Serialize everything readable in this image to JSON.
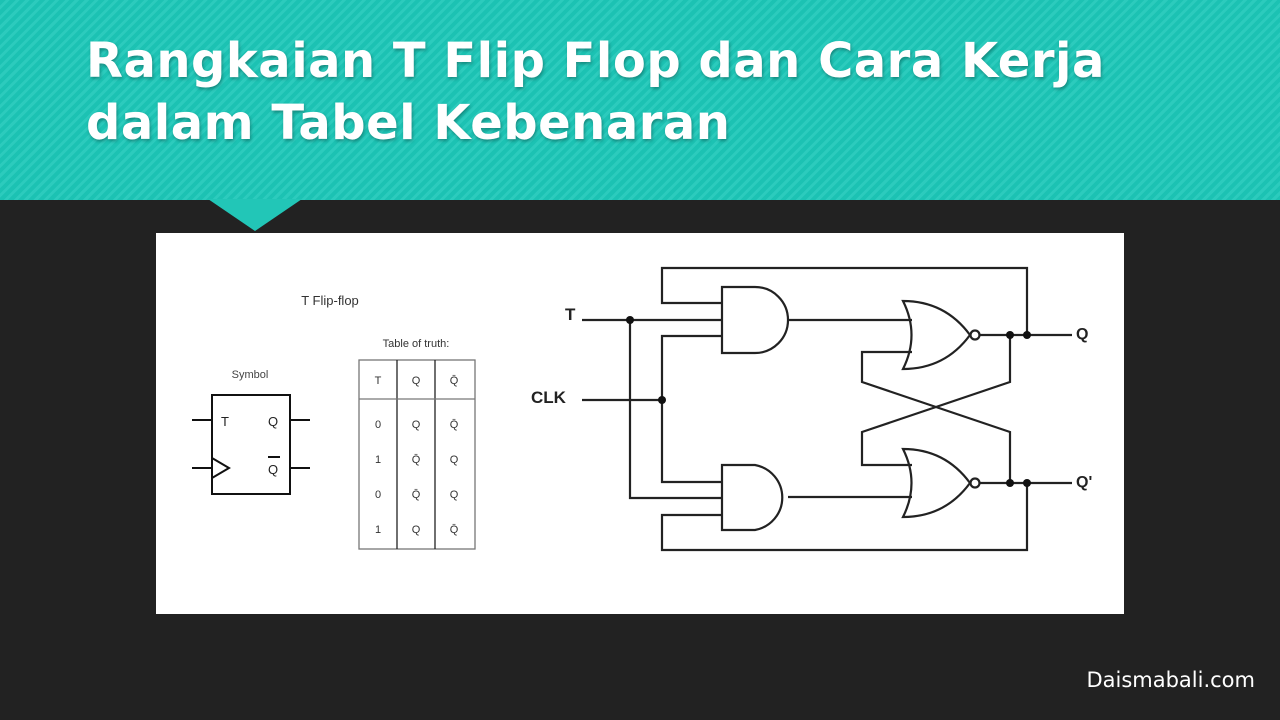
{
  "slide": {
    "title": "Rangkaian T Flip Flop dan Cara Kerja dalam Tabel Kebenaran",
    "footer": "Daismabali.com"
  },
  "diagram": {
    "heading": "T Flip-flop",
    "symbol_label": "Symbol",
    "symbol_pins": {
      "t": "T",
      "q": "Q",
      "q_bar": "Q"
    },
    "table_label": "Table of truth:",
    "table_headers": [
      "T",
      "Q",
      "Q̄"
    ],
    "table_rows": [
      [
        "0",
        "Q",
        "Q̄"
      ],
      [
        "1",
        "Q̄",
        "Q"
      ],
      [
        "0",
        "Q̄",
        "Q"
      ],
      [
        "1",
        "Q",
        "Q̄"
      ]
    ],
    "circuit": {
      "t_label": "T",
      "clk_label": "CLK",
      "q_label": "Q",
      "q_prime_label": "Q'"
    }
  },
  "colors": {
    "header": "#1fc4b4",
    "background": "#222222"
  }
}
